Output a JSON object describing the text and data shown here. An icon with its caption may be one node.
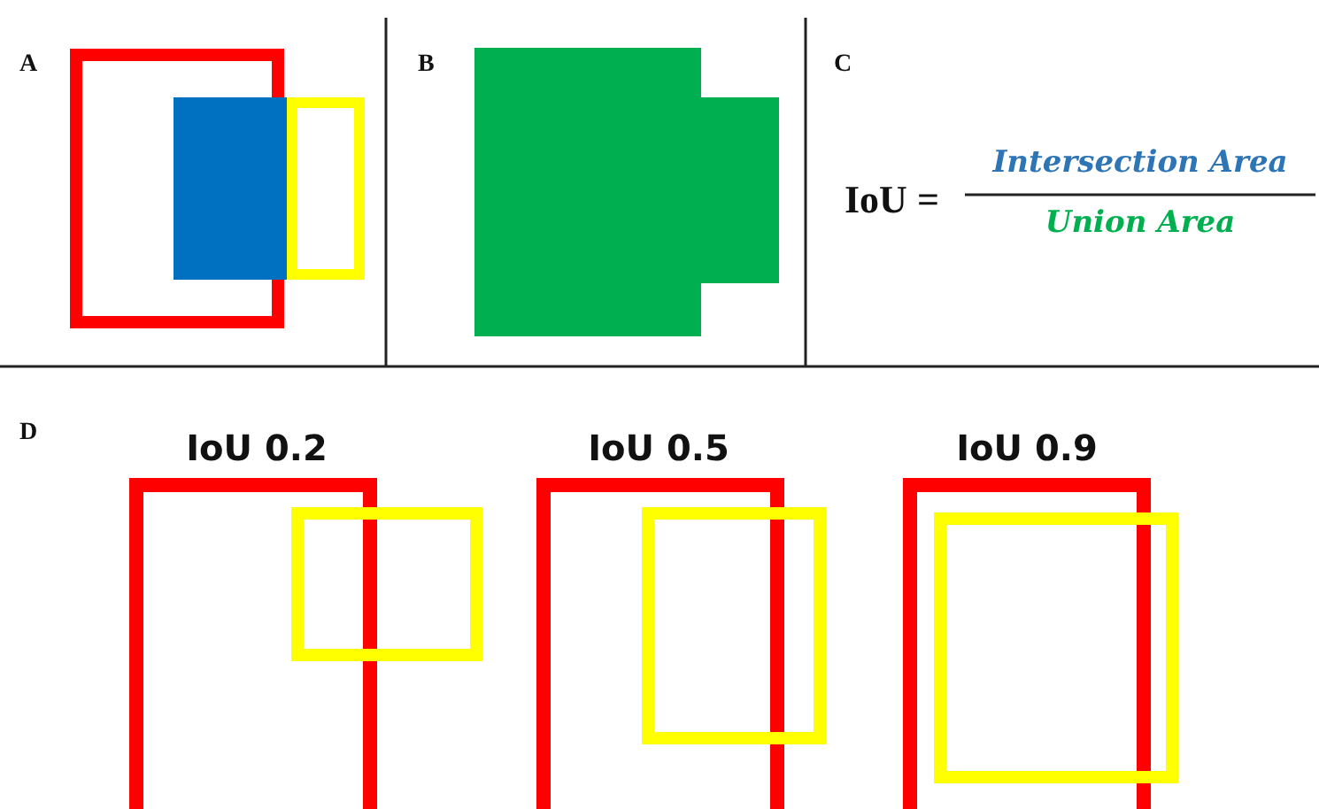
{
  "diagram": {
    "labels": [
      "A",
      "B",
      "C",
      "IoU =",
      "Intersection Area",
      "Union Area",
      "D",
      "IoU 0.2",
      "IoU 0.5",
      "IoU 0.9"
    ]
  }
}
